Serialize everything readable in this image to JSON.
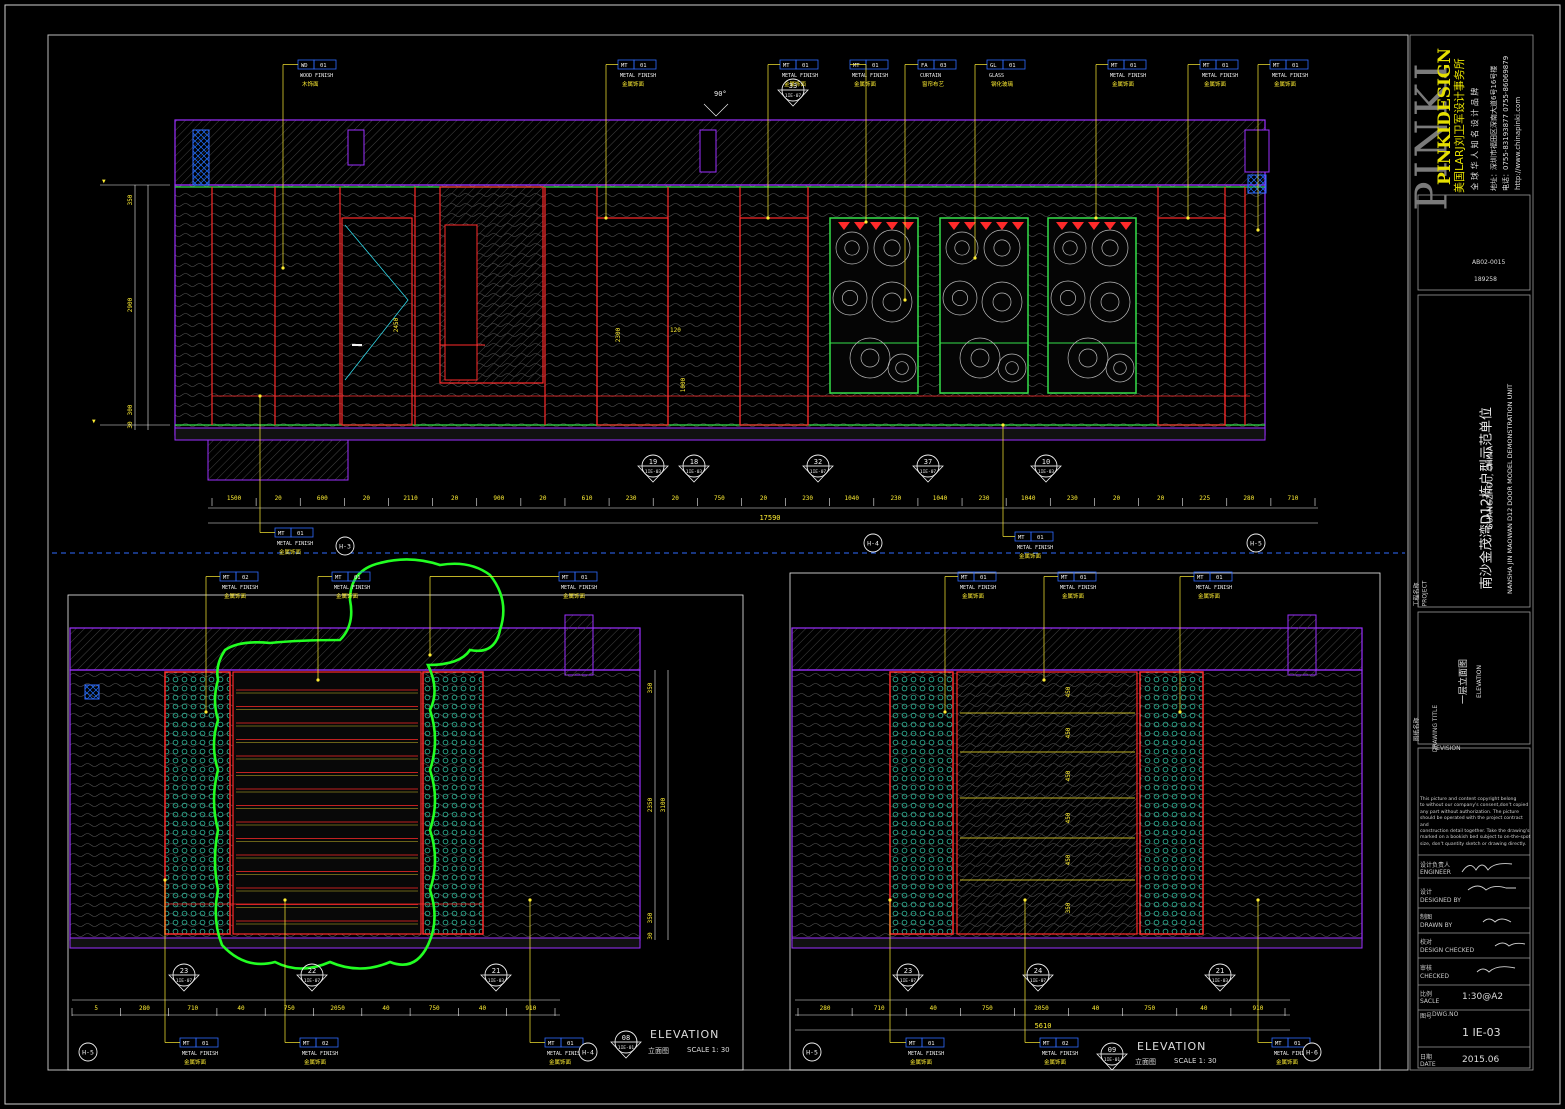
{
  "colors": {
    "background": "#000000",
    "wall": "#ff2a2a",
    "outline": "#9b30ff",
    "finish_line": "#35e04a",
    "dimension": "#ffee33",
    "cyan": "#30d8e8",
    "tag_box": "#2f6bff",
    "revision_cloud": "#22ff22",
    "white": "#f0f0f0"
  },
  "title_block": {
    "brand_vertical": "PINKI",
    "brand_name": "PINKIDESIGN",
    "brand_cn": "美国LARJ刘卫军设计事务所",
    "brand_slogan": "全 球 华 人 知 名 设 计 品 牌",
    "address": "地址：深圳市福田区深南大道6号16号楼",
    "phone": "电话：0755-83193877  0755-86069879",
    "website": "http://www.chinapinki.com",
    "ids": [
      "AB02-0015",
      "189258"
    ],
    "project_label_cn": "工程名称",
    "project_label_en": "PROJECT",
    "project_cn": "南沙金茂湾D12栋户型示范单位",
    "project_en": "NANSHA JIN MAOWAN D12 DOOR MODEL DEMONSTRATION UNIT",
    "location": "GUANGZHOU, CHINA",
    "drawing_title_label_cn": "图纸名称",
    "drawing_title_label_en": "DRAWING TITLE",
    "drawing_title_cn": "一层立面图",
    "drawing_title_en": "ELEVATION",
    "revision_label": "REVISION",
    "revision_text": [
      "This picture and content copyright belong",
      "to without our company's consent,don't copied",
      "any part without authorization. The picture",
      "should be operated with the project contract and",
      "construction detail together. Take the drawing's",
      "marked on a bookish bed subject to on-the-spot",
      "size, don't quantity sketch or drawing directly."
    ],
    "engineer": "ENGINEER",
    "engineer_cn": "设计负责人",
    "designed_by": "DESIGNED BY",
    "designed_by_cn": "设计",
    "drawn_by": "DRAWN BY",
    "drawn_by_cn": "制图",
    "design_checked": "DESIGN CHECKED",
    "design_checked_cn": "校对",
    "checked": "CHECKED",
    "checked_cn": "审核",
    "scale_label": "SACLE",
    "scale_label_cn": "比例",
    "scale_value": "1:30@A2",
    "dwg_label": "DWG.NO",
    "dwg_label_cn": "图号",
    "dwg_value": "1 IE-03",
    "date_label": "DATE",
    "date_label_cn": "日期",
    "date_value": "2015.06"
  },
  "top_elevation": {
    "tags": [
      {
        "code": "WD",
        "num": "01",
        "en": "WOOD FINISH",
        "cn": "木饰面"
      },
      {
        "code": "MT",
        "num": "01",
        "en": "METAL FINISH",
        "cn": "金属饰面"
      },
      {
        "code": "MT",
        "num": "01",
        "en": "METAL FINISH",
        "cn": "金属饰面"
      },
      {
        "code": "MT",
        "num": "01",
        "en": "METAL FINISH",
        "cn": "金属饰面"
      },
      {
        "code": "FA",
        "num": "03",
        "en": "CURTAIN",
        "cn": "窗帘布艺"
      },
      {
        "code": "GL",
        "num": "01",
        "en": "GLASS",
        "cn": "钢化玻璃"
      },
      {
        "code": "MT",
        "num": "01",
        "en": "METAL FINISH",
        "cn": "金属饰面"
      },
      {
        "code": "MT",
        "num": "01",
        "en": "METAL FINISH",
        "cn": "金属饰面"
      },
      {
        "code": "MT",
        "num": "01",
        "en": "METAL FINISH",
        "cn": "金属饰面"
      }
    ],
    "bottom_tags": [
      {
        "code": "MT",
        "num": "01",
        "en": "METAL FINISH",
        "cn": "金属饰面"
      },
      {
        "code": "MT",
        "num": "01",
        "en": "METAL FINISH",
        "cn": "金属饰面"
      }
    ],
    "angle": "90°",
    "section_marks": [
      {
        "num": "19",
        "ref": "1IE-03"
      },
      {
        "num": "18",
        "ref": "1IE-03"
      },
      {
        "num": "32",
        "ref": "1IE-07"
      },
      {
        "num": "37",
        "ref": "1IE-07"
      },
      {
        "num": "10",
        "ref": "1IE-03"
      }
    ],
    "top_mark": {
      "num": "33",
      "ref": "1IE-07"
    },
    "dimensions": [
      "1500",
      "20",
      "600",
      "20",
      "2110",
      "20",
      "900",
      "20",
      "610",
      "230",
      "20",
      "750",
      "20",
      "230",
      "1040",
      "230",
      "1040",
      "230",
      "1040",
      "230",
      "20",
      "20",
      "225",
      "280",
      "710"
    ],
    "total": "17590",
    "heights": [
      "350",
      "2900",
      "300",
      "30"
    ],
    "inner_heights": [
      "2450",
      "2300",
      "1000",
      "120"
    ],
    "grid": [
      "H-3",
      "H-4",
      "H-5"
    ]
  },
  "bottom_left_elevation": {
    "tags": [
      {
        "code": "MT",
        "num": "02",
        "en": "METAL FINISH",
        "cn": "金属饰面"
      },
      {
        "code": "MT",
        "num": "01",
        "en": "METAL FINISH",
        "cn": "金属饰面"
      },
      {
        "code": "MT",
        "num": "01",
        "en": "METAL FINISH",
        "cn": "金属饰面"
      }
    ],
    "bottom_tags": [
      {
        "code": "MT",
        "num": "01",
        "en": "METAL FINISH",
        "cn": "金属饰面"
      },
      {
        "code": "MT",
        "num": "02",
        "en": "METAL FINISH",
        "cn": "金属饰面"
      },
      {
        "code": "MT",
        "num": "01",
        "en": "METAL FINISH",
        "cn": "金属饰面"
      }
    ],
    "section_marks": [
      {
        "num": "23",
        "ref": "1IE-07"
      },
      {
        "num": "22",
        "ref": "1IE-07"
      },
      {
        "num": "21",
        "ref": "1IE-03"
      }
    ],
    "dimensions": [
      "5",
      "280",
      "710",
      "40",
      "750",
      "2050",
      "40",
      "750",
      "40",
      "910"
    ],
    "heights": [
      "350",
      "2350",
      "3100",
      "350",
      "30"
    ],
    "grid": [
      "H-5",
      "H-4"
    ],
    "title_num": "08",
    "title_ref": "1IE-01",
    "title": "ELEVATION",
    "title_cn": "立面图",
    "scale": "SCALE  1: 30"
  },
  "bottom_right_elevation": {
    "tags": [
      {
        "code": "MT",
        "num": "01",
        "en": "METAL FINISH",
        "cn": "金属饰面"
      },
      {
        "code": "MT",
        "num": "01",
        "en": "METAL FINISH",
        "cn": "金属饰面"
      },
      {
        "code": "MT",
        "num": "01",
        "en": "METAL FINISH",
        "cn": "金属饰面"
      }
    ],
    "bottom_tags": [
      {
        "code": "MT",
        "num": "01",
        "en": "METAL FINISH",
        "cn": "金属饰面"
      },
      {
        "code": "MT",
        "num": "02",
        "en": "METAL FINISH",
        "cn": "金属饰面"
      },
      {
        "code": "MT",
        "num": "01",
        "en": "METAL FINISH",
        "cn": "金属饰面"
      }
    ],
    "section_marks": [
      {
        "num": "23",
        "ref": "1IE-07"
      },
      {
        "num": "24",
        "ref": "1IE-07"
      },
      {
        "num": "21",
        "ref": "1IE-03"
      }
    ],
    "shelf_heights": [
      "450",
      "450",
      "450",
      "450",
      "450",
      "350"
    ],
    "dimensions": [
      "280",
      "710",
      "40",
      "750",
      "2050",
      "40",
      "750",
      "40",
      "910"
    ],
    "total": "5610",
    "grid": [
      "H-5",
      "H-6"
    ],
    "title_num": "09",
    "title_ref": "1IE-01",
    "title": "ELEVATION",
    "title_cn": "立面图",
    "scale": "SCALE  1: 30"
  }
}
